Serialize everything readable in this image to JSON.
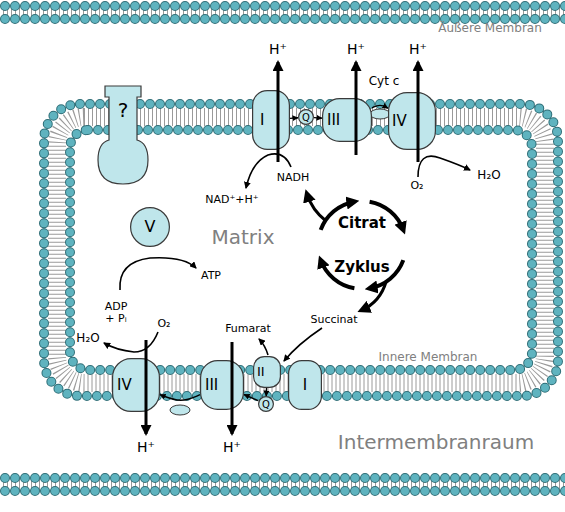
{
  "diagram": {
    "nodes": [
      {
        "text": [
          "?"
        ]
      },
      {
        "text": [
          "I"
        ]
      },
      {
        "text": [
          "Q"
        ]
      },
      {
        "text": [
          "III"
        ]
      },
      {
        "text": [
          "IV"
        ]
      },
      {
        "text": [
          "V"
        ]
      },
      {
        "text": [
          "IV"
        ]
      },
      {
        "text": [
          "III"
        ]
      },
      {
        "text": [
          "II"
        ]
      },
      {
        "text": [
          "Q"
        ]
      },
      {
        "text": [
          "I"
        ]
      }
    ],
    "edges": [
      {
        "from": 1,
        "to": 2,
        "arrow": "to"
      },
      {
        "from": 2,
        "to": 3,
        "arrow": "to"
      },
      {
        "from": 3,
        "to": 4,
        "arrow": "to"
      },
      {
        "from": 8,
        "to": 9,
        "arrow": "to"
      },
      {
        "from": 9,
        "to": 7,
        "arrow": "to"
      },
      {
        "from": 7,
        "to": 6,
        "arrow": "to"
      }
    ],
    "labels": [
      "Äußere Membran",
      "H⁺",
      "H⁺",
      "Cyt c",
      "H⁺",
      "NAD⁺+H⁺",
      "NADH",
      "O₂",
      "H₂O",
      "Matrix",
      "Citrat",
      "Zyklus",
      "ATP",
      "ADP + Pᵢ",
      "H₂O",
      "O₂",
      "Fumarat",
      "Succinat",
      "Innere Membran",
      "H⁺",
      "H⁺",
      "Intermembranraum"
    ]
  }
}
